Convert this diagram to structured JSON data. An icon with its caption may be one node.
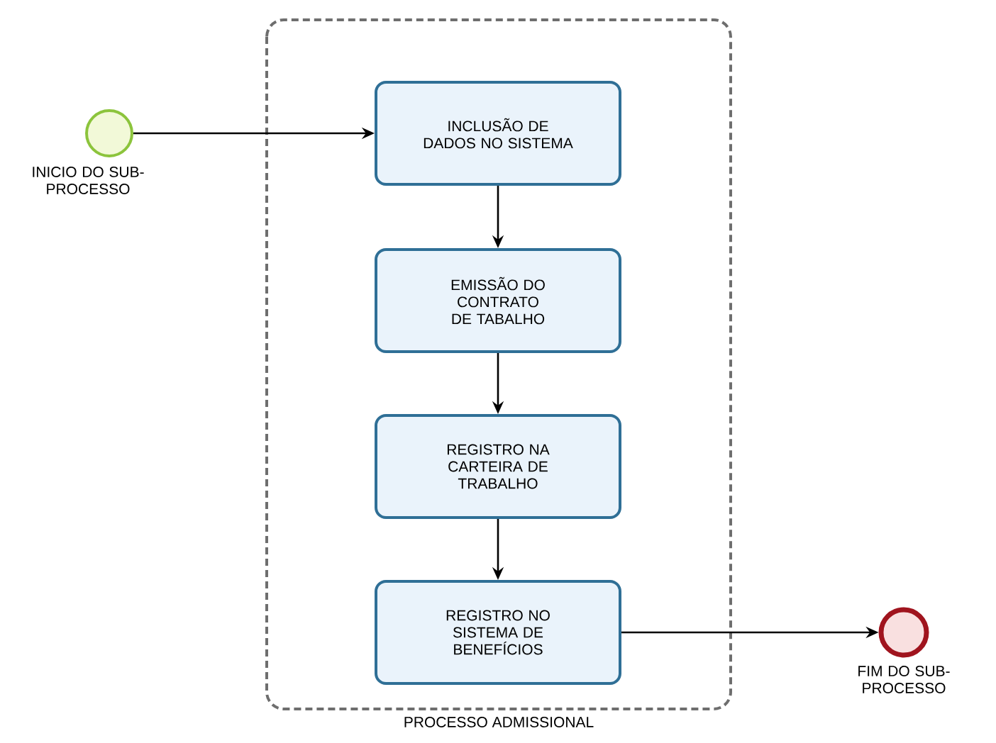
{
  "diagram": {
    "nodes": [
      {
        "text": [],
        "shape": "circle",
        "beside": [
          "INICIO DO SUB-PROCESSO"
        ]
      },
      {
        "text": [
          "PROCESSO ADMISSIONAL"
        ]
      },
      {
        "text": [
          "INCLUSÃO DE DADOS NO SISTEMA"
        ],
        "in": 1
      },
      {
        "text": [
          "EMISSÃO DO CONTRATO DE TABALHO"
        ],
        "in": 1
      },
      {
        "text": [
          "REGISTRO NA CARTEIRA DE TRABALHO"
        ],
        "in": 1
      },
      {
        "text": [
          "REGISTRO NO SISTEMA DE BENEFÍCIOS"
        ],
        "in": 1
      },
      {
        "text": [],
        "shape": "circle",
        "beside": [
          "FIM DO SUB-PROCESSO"
        ]
      }
    ],
    "edges": [
      {
        "from": 0,
        "to": 2,
        "arrow": "to"
      },
      {
        "from": 2,
        "to": 3,
        "arrow": "to"
      },
      {
        "from": 3,
        "to": 4,
        "arrow": "to"
      },
      {
        "from": 4,
        "to": 5,
        "arrow": "to"
      },
      {
        "from": 5,
        "to": 6,
        "arrow": "to"
      }
    ]
  }
}
